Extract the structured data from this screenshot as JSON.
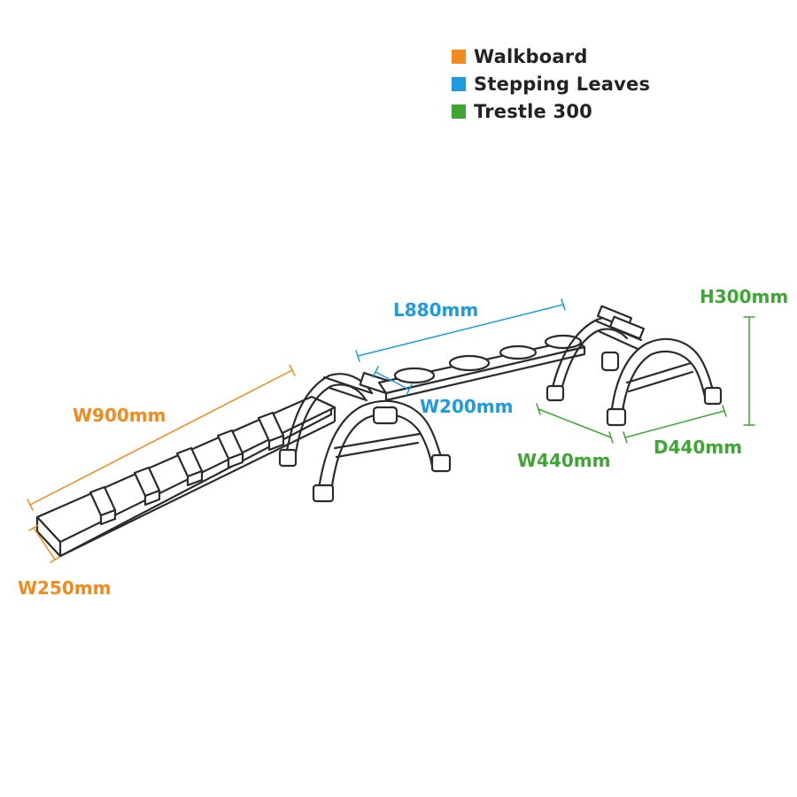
{
  "colors": {
    "walkboard": "#F28A1E",
    "stepping_leaves": "#1E9BE0",
    "trestle": "#3FA535",
    "outline": "#2b2b2b"
  },
  "legend": [
    {
      "label": "Walkboard",
      "color": "#F28A1E"
    },
    {
      "label": "Stepping Leaves",
      "color": "#1E9BE0"
    },
    {
      "label": "Trestle 300",
      "color": "#3FA535"
    }
  ],
  "dimensions": {
    "walkboard_length": "W900mm",
    "walkboard_width": "W250mm",
    "leaves_length": "L880mm",
    "leaves_width": "W200mm",
    "trestle_height": "H300mm",
    "trestle_width": "W440mm",
    "trestle_depth": "D440mm"
  }
}
